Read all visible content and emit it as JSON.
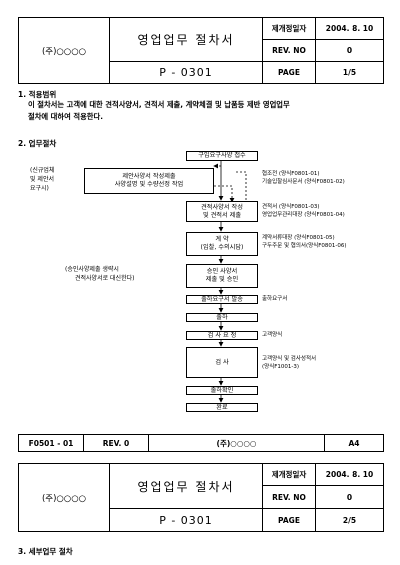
{
  "header1": {
    "company": "(주)○○○○",
    "title": "영업업무 절차서",
    "doc_no": "P  -  0301",
    "labels": {
      "date": "제개정일자",
      "rev": "REV. NO",
      "page": "PAGE"
    },
    "values": {
      "date": "2004. 8. 10",
      "rev": "0",
      "page": "1/5"
    }
  },
  "section1": {
    "heading": "1. 적용범위",
    "line1": "이 절차서는 고객에 대한 견적사양서, 견적서 제출, 계약체결 및 납품등 제반 영업업무",
    "line2": "절차에 대하여 적용한다."
  },
  "section2": {
    "heading": "2. 업무절차",
    "left_note1": [
      "(신규업체",
      "및 제안서",
      "요구시)"
    ],
    "left_note2": [
      "(승인사양제출 생략시",
      "견적사양서로 대신한다)"
    ],
    "steps": {
      "s1": "구입요구사양 접수",
      "s2a": "제안사양서 작성제출",
      "s2b": "사양설명 및 수량선정 작업",
      "s3a": "견적사양서 작성",
      "s3b": "및 견적서 제출",
      "s4a": "계    약",
      "s4b": "(입찰, 수의시담)",
      "s5a": "승인 사양서",
      "s5b": "제출 및 승인",
      "s6": "출하요구서 발송",
      "s7": "출하",
      "s8": "검 사 요 청",
      "s9": "검    사",
      "s10": "출하확인",
      "s11": "완료"
    },
    "right_notes": {
      "r1a": "협조전               (양식F0801-01)",
      "r1b": "기술입찰심사문서 (양식F0801-02)",
      "r2a": "견적서             (양식F0801-03)",
      "r2b": "영업업무관리대장 (양식F0801-04)",
      "r3a": "계약서류대장 (양식F0801-05)",
      "r3b": "구두주문 및 협의서(양식F0801-06)",
      "r4": "출하요구서",
      "r5": "고객양식",
      "r6a": "고객양식 및 검사성적서",
      "r6b": "(양식F1001-3)"
    }
  },
  "footer": {
    "form": "F0501 - 01",
    "rev": "REV. 0",
    "company": "(주)○○○○",
    "size": "A4"
  },
  "header2": {
    "company": "(주)○○○○",
    "title": "영업업무 절차서",
    "doc_no": "P  -  0301",
    "labels": {
      "date": "제개정일자",
      "rev": "REV. NO",
      "page": "PAGE"
    },
    "values": {
      "date": "2004. 8. 10",
      "rev": "0",
      "page": "2/5"
    }
  },
  "section3": {
    "heading": "3. 세부업무 절차"
  }
}
